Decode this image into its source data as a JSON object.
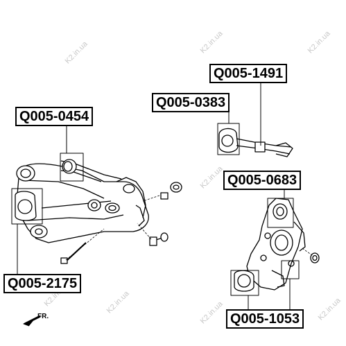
{
  "labels": {
    "q1491": "Q005-1491",
    "q0383": "Q005-0383",
    "q0454": "Q005-0454",
    "q0683": "Q005-0683",
    "q2175": "Q005-2175",
    "q1053": "Q005-1053"
  },
  "watermark": "K2.in.ua",
  "direction": "FR.",
  "colors": {
    "line": "#000000",
    "background": "#ffffff",
    "watermark": "#c8c8c8"
  }
}
